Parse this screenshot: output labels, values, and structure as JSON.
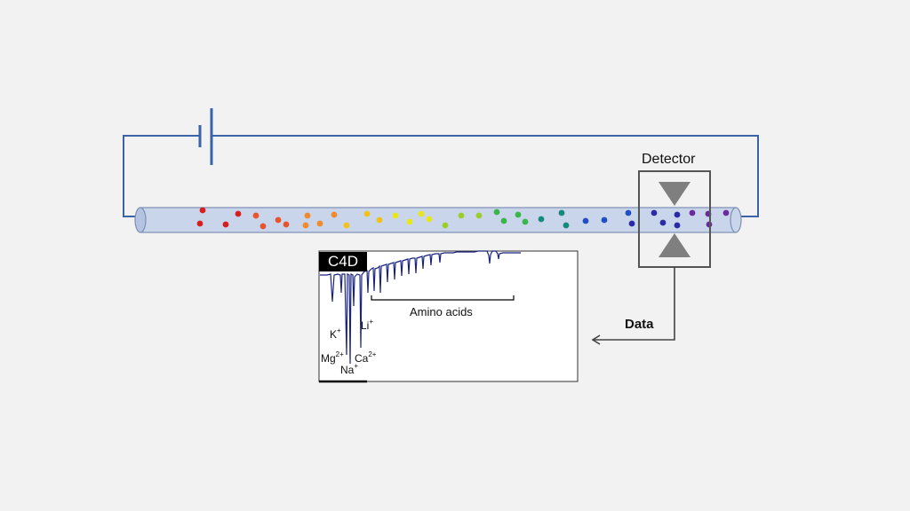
{
  "labels": {
    "detector": "Detector",
    "data": "Data",
    "c4d": "C4D",
    "amino_acids": "Amino acids"
  },
  "ions": {
    "k": {
      "sym": "K",
      "charge": "+"
    },
    "li": {
      "sym": "Li",
      "charge": "+"
    },
    "mg": {
      "sym": "Mg",
      "charge": "2+"
    },
    "ca": {
      "sym": "Ca",
      "charge": "2+"
    },
    "na": {
      "sym": "Na",
      "charge": "+"
    }
  },
  "colors": {
    "background": "#f2f2f2",
    "wire": "#3a63a8",
    "capillary_fill": "#c9d5ea",
    "capillary_stroke": "#7d8fb3",
    "detector_frame": "#555555",
    "detector_triangle": "#7f7f7f",
    "trace": "#1a237e",
    "ion_spectrum": [
      "#d61f1f",
      "#e8532c",
      "#f08a2a",
      "#f2c21a",
      "#e6e619",
      "#9ccd2e",
      "#3bb54a",
      "#138a7a",
      "#1f4fc2",
      "#2a2aa8",
      "#6a2a9e"
    ]
  }
}
